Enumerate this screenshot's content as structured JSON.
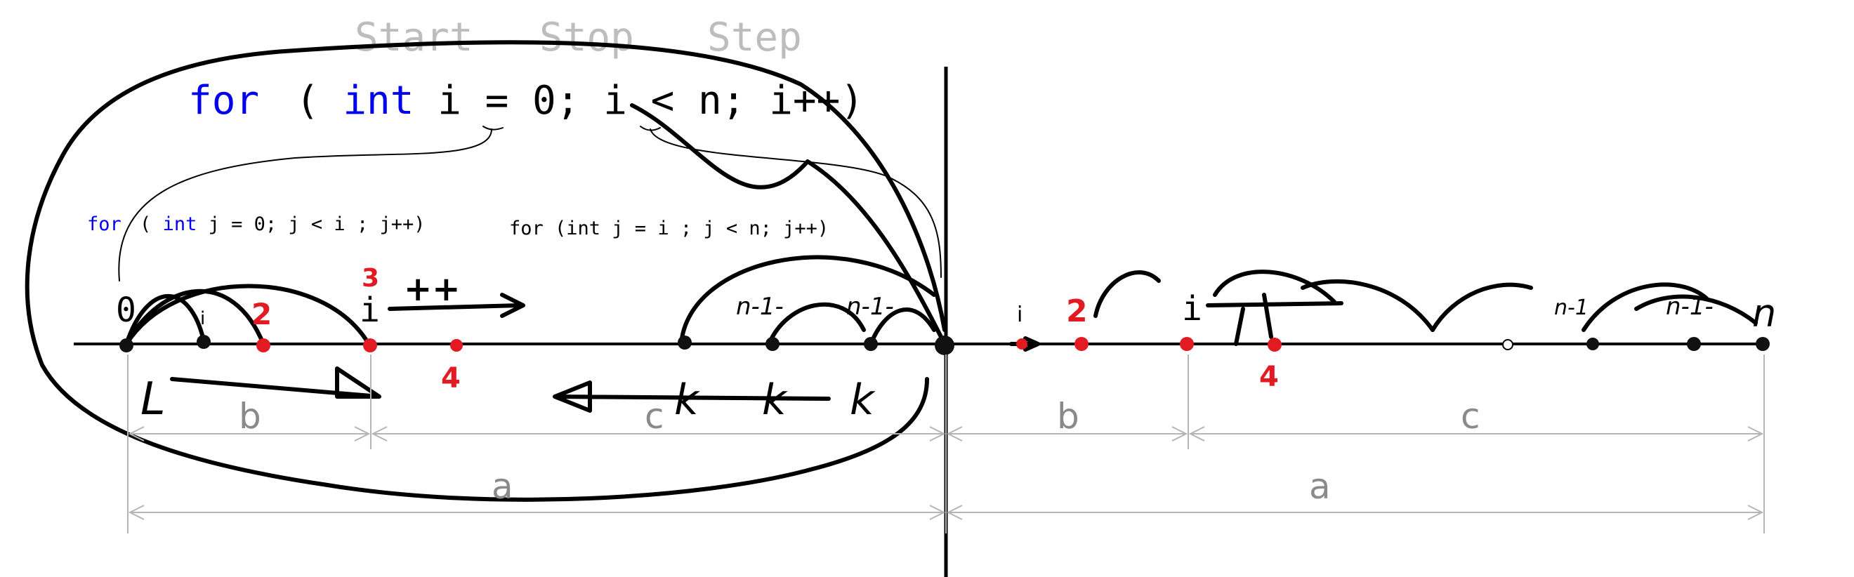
{
  "header_labels": {
    "start": "Start",
    "stop": "Stop",
    "step": "Step"
  },
  "main_loop": {
    "kw_for": "for",
    "open": "(",
    "kw_int": "int",
    "rest": " i = 0; i < n; i++)"
  },
  "inner_loop_left": {
    "kw_for": "for",
    "open": "(",
    "kw_int": "int",
    "rest": " j = 0; j < i ; j++)"
  },
  "inner_loop_right": {
    "text": "for (int j = i ; j < n; j++)"
  },
  "left_marks": {
    "zero": "0",
    "small_i": "i",
    "i": "i",
    "l": "L",
    "nm1": "n-1-",
    "nm1b": "n-1-",
    "k1": "k",
    "k2": "k",
    "k3": "k",
    "plusplus": "++",
    "two": "2",
    "three": "3",
    "four": "4"
  },
  "right_marks": {
    "small_i": "i",
    "i": "i",
    "two": "2",
    "four": "4",
    "nm1": "n-1",
    "nm1b": "n-1-",
    "n": "n"
  },
  "dimensions": {
    "left": {
      "b": "b",
      "c": "c",
      "a": "a"
    },
    "right": {
      "b": "b",
      "c": "c",
      "a": "a"
    }
  },
  "colors": {
    "keyword": "#0000ee",
    "header": "#bdbdbd",
    "dim_text": "#8a8a8a",
    "accent": "#e21b23"
  }
}
